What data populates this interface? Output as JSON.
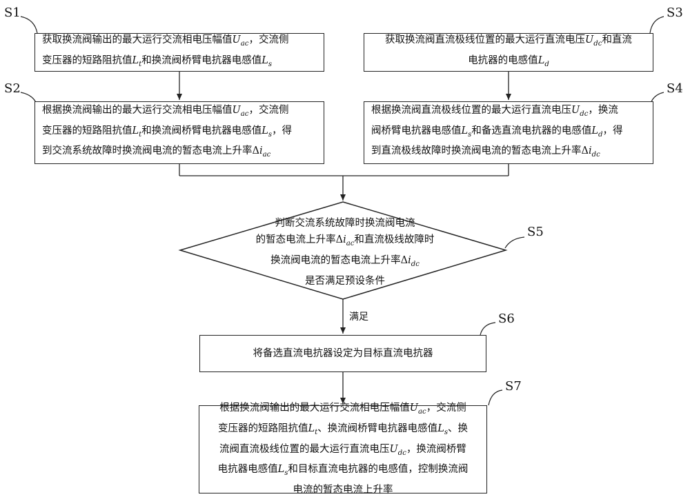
{
  "steps": {
    "s1": {
      "label": "S1",
      "lines": [
        "获取换流阀输出的最大运行交流相电压幅值U<sub>ac</sub>，交流侧",
        "变压器的短路阻抗值L<sub>t</sub>和换流阀桥臂电抗器电感值L<sub>s</sub>"
      ]
    },
    "s2": {
      "label": "S2",
      "lines": [
        "根据换流阀输出的最大运行交流相电压幅值U<sub>ac</sub>，交流侧",
        "变压器的短路阻抗值L<sub>t</sub>和换流阀桥臂电抗器电感值L<sub>s</sub>，得",
        "到交流系统故障时换流阀电流的暂态电流上升率Δi<sub>ac</sub>"
      ]
    },
    "s3": {
      "label": "S3",
      "lines": [
        "获取换流阀直流极线位置的最大运行直流电压U<sub>dc</sub>和直流",
        "电抗器的电感值L<sub>d</sub>"
      ]
    },
    "s4": {
      "label": "S4",
      "lines": [
        "根据换流阀直流极线位置的最大运行直流电压U<sub>dc</sub>，换流",
        "阀桥臂电抗器电感值L<sub>s</sub>和备选直流电抗器的电感值L<sub>d</sub>，得",
        "到直流极线故障时换流阀电流的暂态电流上升率Δi<sub>dc</sub>"
      ]
    },
    "s5": {
      "label": "S5",
      "lines": [
        "判断交流系统故障时换流阀电流",
        "的暂态电流上升率Δi<sub>ac</sub>和直流极线故障时",
        "换流阀电流的暂态电流上升率Δi<sub>dc</sub>",
        "是否满足预设条件"
      ]
    },
    "s6": {
      "label": "S6",
      "lines": [
        "将备选直流电抗器设定为目标直流电抗器"
      ]
    },
    "s7": {
      "label": "S7",
      "lines": [
        "根据换流阀输出的最大运行交流相电压幅值U<sub>ac</sub>，交流侧",
        "变压器的短路阻抗值L<sub>t</sub>、换流阀桥臂电抗器电感值L<sub>s</sub>、换",
        "流阀直流极线位置的最大运行直流电压U<sub>dc</sub>，换流阀桥臂",
        "电抗器电感值L<sub>s</sub>和目标直流电抗器的电感值，控制换流阀",
        "电流的暂态电流上升率"
      ]
    }
  },
  "condition_label": "满足"
}
